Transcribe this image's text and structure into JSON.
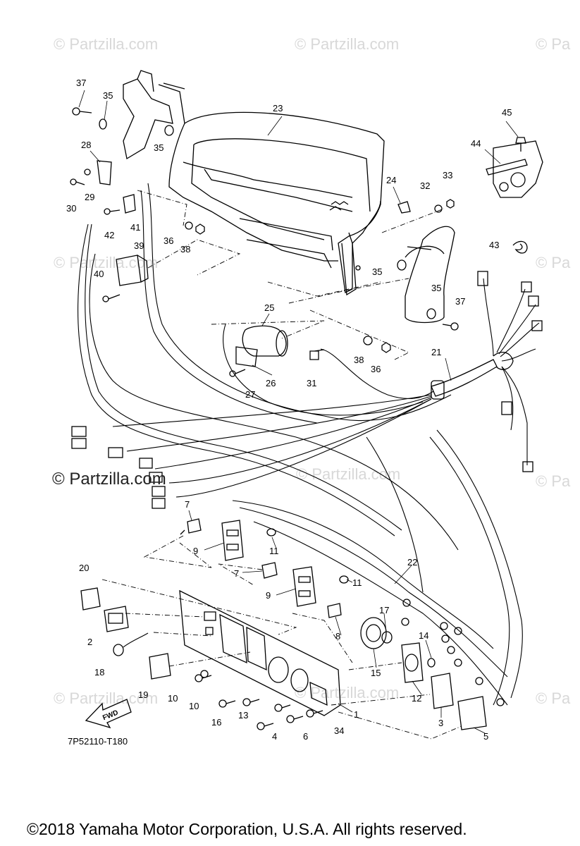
{
  "watermarks": {
    "brand": "© Partzilla.com",
    "brand_short": "© Pa",
    "main": "© Partzilla.com"
  },
  "diagram_code": "7P52110-T180",
  "direction_label": "FWD",
  "copyright": "©2018  Yamaha Motor Corporation, U.S.A. All rights reserved.",
  "callouts": [
    "37",
    "35",
    "35",
    "28",
    "29",
    "30",
    "42",
    "41",
    "36",
    "38",
    "39",
    "40",
    "23",
    "24",
    "32",
    "33",
    "45",
    "44",
    "43",
    "35",
    "35",
    "37",
    "25",
    "38",
    "36",
    "31",
    "26",
    "27",
    "21",
    "7",
    "9",
    "11",
    "7",
    "9",
    "11",
    "22",
    "20",
    "2",
    "18",
    "19",
    "10",
    "10",
    "16",
    "13",
    "4",
    "6",
    "34",
    "1",
    "8",
    "15",
    "17",
    "14",
    "12",
    "3",
    "5"
  ]
}
